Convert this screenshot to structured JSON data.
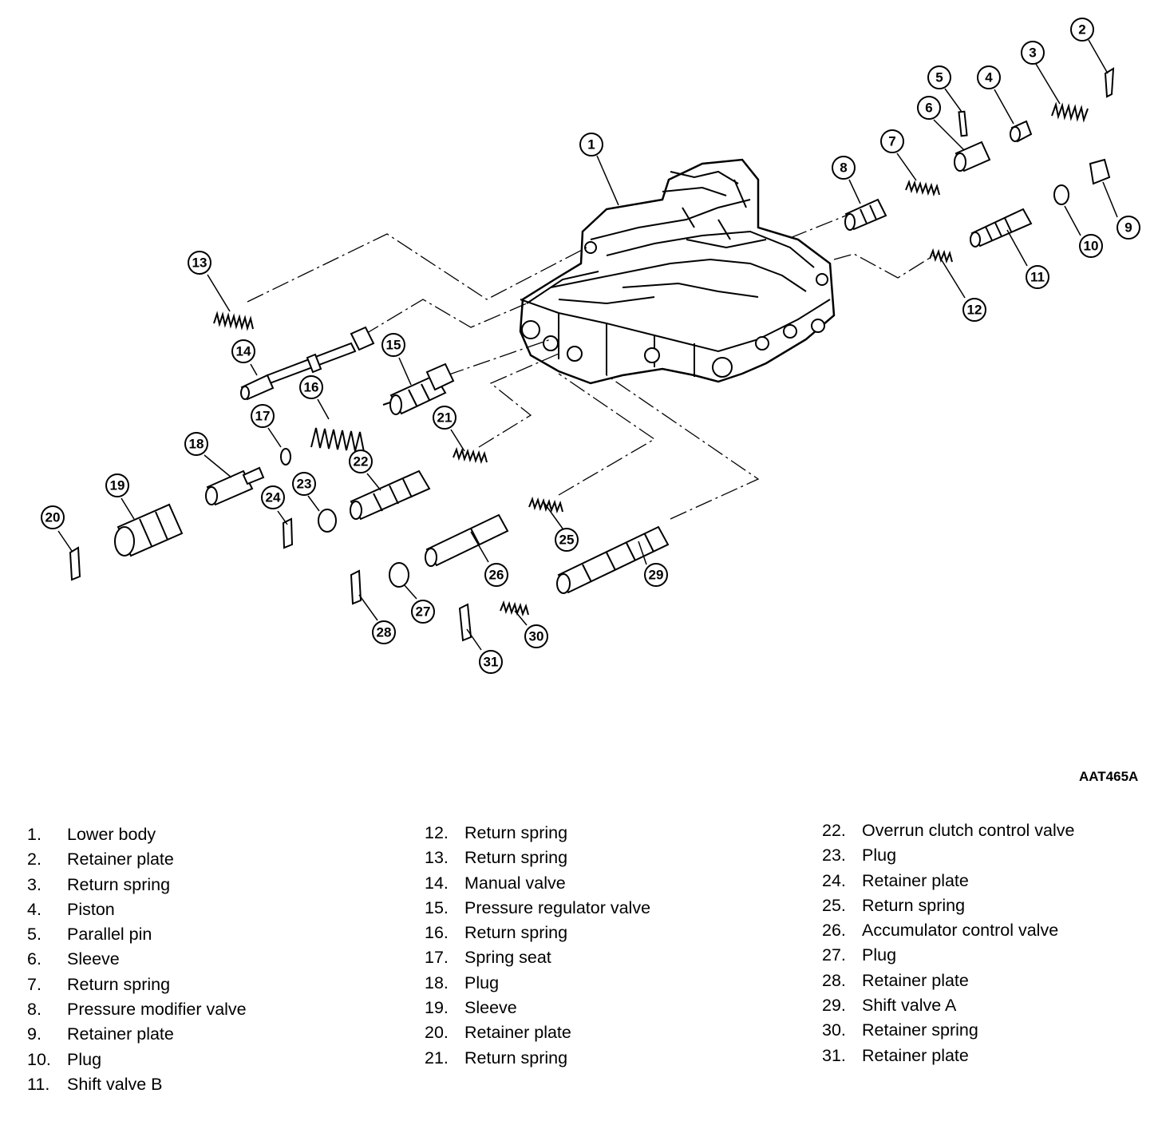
{
  "figure_code": "AAT465A",
  "callouts": [
    "1",
    "2",
    "3",
    "4",
    "5",
    "6",
    "7",
    "8",
    "9",
    "10",
    "11",
    "12",
    "13",
    "14",
    "15",
    "16",
    "17",
    "18",
    "19",
    "20",
    "21",
    "22",
    "23",
    "24",
    "25",
    "26",
    "27",
    "28",
    "29",
    "30",
    "31"
  ],
  "legend": {
    "col1": [
      {
        "num": "1.",
        "label": "Lower body"
      },
      {
        "num": "2.",
        "label": "Retainer plate"
      },
      {
        "num": "3.",
        "label": "Return spring"
      },
      {
        "num": "4.",
        "label": "Piston"
      },
      {
        "num": "5.",
        "label": "Parallel pin"
      },
      {
        "num": "6.",
        "label": "Sleeve"
      },
      {
        "num": "7.",
        "label": "Return spring"
      },
      {
        "num": "8.",
        "label": "Pressure modifier valve"
      },
      {
        "num": "9.",
        "label": "Retainer plate"
      },
      {
        "num": "10.",
        "label": "Plug"
      },
      {
        "num": "11.",
        "label": "Shift valve B"
      }
    ],
    "col2": [
      {
        "num": "12.",
        "label": "Return spring"
      },
      {
        "num": "13.",
        "label": "Return spring"
      },
      {
        "num": "14.",
        "label": "Manual valve"
      },
      {
        "num": "15.",
        "label": "Pressure regulator valve"
      },
      {
        "num": "16.",
        "label": "Return spring"
      },
      {
        "num": "17.",
        "label": "Spring seat"
      },
      {
        "num": "18.",
        "label": "Plug"
      },
      {
        "num": "19.",
        "label": "Sleeve"
      },
      {
        "num": "20.",
        "label": "Retainer plate"
      },
      {
        "num": "21.",
        "label": "Return spring"
      }
    ],
    "col3": [
      {
        "num": "22.",
        "label": "Overrun clutch control valve"
      },
      {
        "num": "23.",
        "label": "Plug"
      },
      {
        "num": "24.",
        "label": "Retainer plate"
      },
      {
        "num": "25.",
        "label": "Return spring"
      },
      {
        "num": "26.",
        "label": "Accumulator control valve"
      },
      {
        "num": "27.",
        "label": "Plug"
      },
      {
        "num": "28.",
        "label": "Retainer plate"
      },
      {
        "num": "29.",
        "label": "Shift valve A"
      },
      {
        "num": "30.",
        "label": "Retainer spring"
      },
      {
        "num": "31.",
        "label": "Retainer plate"
      }
    ]
  }
}
